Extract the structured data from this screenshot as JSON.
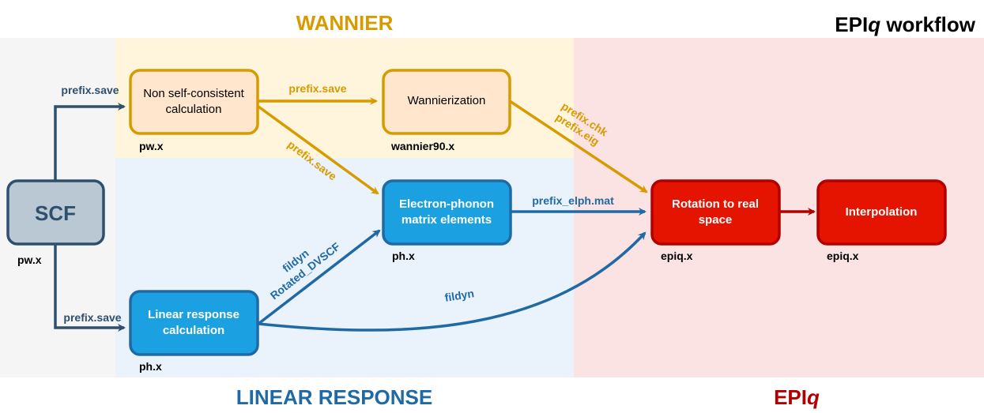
{
  "title": {
    "prefix": "EPI",
    "suffix": "q",
    "rest": " workflow"
  },
  "regions": {
    "wannier": "WANNIER",
    "linear_response": "LINEAR RESPONSE",
    "epiq_prefix": "EPI",
    "epiq_suffix": "q"
  },
  "colors": {
    "scf_bg": "#f5f5f5",
    "wannier_bg": "#fff5dc",
    "lr_bg": "#eaf2fb",
    "epiq_bg": "#fbe3e3",
    "orange": "#d79b00",
    "orange_fill": "#ffe6cc",
    "blue": "#1f6aa5",
    "blue_fill": "#1ba1e2",
    "red": "#b20000",
    "red_fill": "#e51400",
    "navy": "#2f4f6e",
    "scf_fill": "#bac8d3"
  },
  "nodes": {
    "scf": {
      "label": "SCF",
      "code": "pw.x"
    },
    "nscf": {
      "line1": "Non self-consistent",
      "line2": "calculation",
      "code": "pw.x"
    },
    "wannierization": {
      "label": "Wannierization",
      "code": "wannier90.x"
    },
    "lr": {
      "line1": "Linear response",
      "line2": "calculation",
      "code": "ph.x"
    },
    "elph": {
      "line1": "Electron-phonon",
      "line2": "matrix elements",
      "code": "ph.x"
    },
    "rotation": {
      "line1": "Rotation to real",
      "line2": "space",
      "code": "epiq.x"
    },
    "interp": {
      "label": "Interpolation",
      "code": "epiq.x"
    }
  },
  "edges": {
    "scf_to_nscf": "prefix.save",
    "scf_to_lr": "prefix.save",
    "nscf_to_wannier": "prefix.save",
    "nscf_to_elph": "prefix.save",
    "wannier_to_rotation_1": "prefix.chk",
    "wannier_to_rotation_2": "prefix.eig",
    "lr_to_elph_1": "fildyn",
    "lr_to_elph_2": "Rotated_DVSCF",
    "elph_to_rotation": "prefix_elph.mat",
    "lr_to_rotation": "fildyn"
  }
}
